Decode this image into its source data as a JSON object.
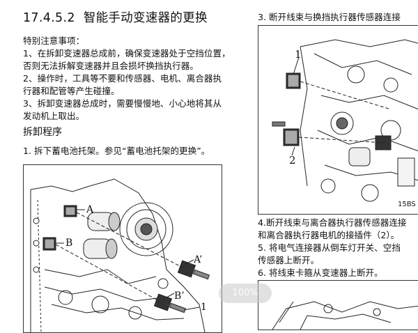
{
  "left": {
    "heading_num": "17.4.5.2",
    "heading_title": "智能手动变速器的更换",
    "note_title": "特别注意事项：",
    "note_lines": [
      "1、在拆卸变速器总成前，确保变速器处于空挡位置，",
      "否则无法拆解变速器并且会损坏换挡执行器。",
      "2、操作时，工具等不要和传感器、电机、离合器执",
      "行器和配管等产生碰撞。",
      "3、拆卸变速器总成时，需要慢慢地、小心地将其从",
      "发动机上取出。"
    ],
    "section_title": "拆卸程序",
    "step1": "1.  拆下蓄电池托架。参见“蓄电池托架的更换”。",
    "fig1_labels": {
      "A": "A",
      "B": "B",
      "A_prime": "A’",
      "B_prime": "B’",
      "one": "1"
    }
  },
  "right": {
    "step3": "3.  断开线束与换挡执行器传感器连接",
    "fig2_labels": {
      "one": "1",
      "two": "2"
    },
    "fig2_caption": "15BS",
    "step4_lines": [
      "4.断开线束与离合器执行器传感器连接",
      "和离合器执行器电机的接插件（2）。"
    ],
    "step5_lines": [
      "5.  将电气连接器从倒车灯开关、空挡",
      "传感器上断开。"
    ],
    "step6": "6.  将线束卡箍从变速器上断开。"
  },
  "overlay": {
    "zoom_label": "100%"
  }
}
